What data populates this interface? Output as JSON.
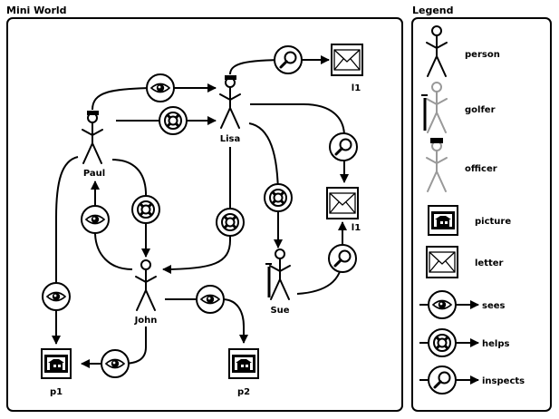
{
  "panels": {
    "world_title": "Mini World",
    "legend_title": "Legend"
  },
  "nodes": {
    "paul": "Paul",
    "lisa": "Lisa",
    "john": "John",
    "sue": "Sue",
    "letter_top": "l1",
    "letter_mid": "l1",
    "picture_p1": "p1",
    "picture_p2": "p2"
  },
  "legend": {
    "person": "person",
    "golfer": "golfer",
    "officer": "officer",
    "picture": "picture",
    "letter": "letter",
    "sees": "sees",
    "helps": "helps",
    "inspects": "inspects"
  },
  "icons": {
    "sees": "eye-icon",
    "helps": "lifebuoy-icon",
    "inspects": "magnifier-icon",
    "person": "stick-figure-icon",
    "letter": "envelope-icon",
    "picture": "picture-icon"
  },
  "colors": {
    "ink": "#000000",
    "grey_figure": "#999999",
    "background": "#ffffff"
  }
}
